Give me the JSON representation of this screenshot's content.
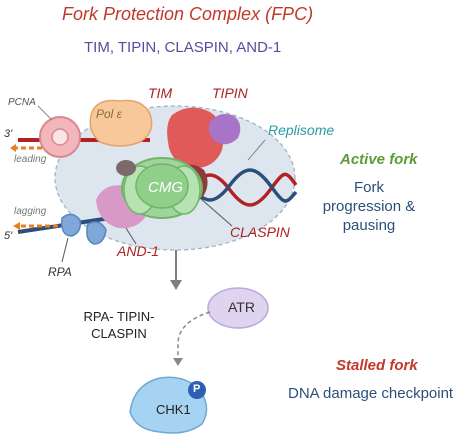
{
  "title": "Fork Protection Complex (FPC)",
  "proteins": "TIM, TIPIN, CLASPIN, AND-1",
  "labels": {
    "pcna": "PCNA",
    "pol_e": "Pol ε",
    "tim": "TIM",
    "tipin": "TIPIN",
    "replisome": "Replisome",
    "three_prime": "3'",
    "leading": "leading",
    "cmg": "CMG",
    "lagging": "lagging",
    "five_prime": "5'",
    "claspin": "CLASPIN",
    "and1": "AND-1",
    "rpa": "RPA",
    "active_fork": "Active fork",
    "fork_progression": "Fork progression & pausing",
    "rpa_complex": "RPA- TIPIN-CLASPIN",
    "atr": "ATR",
    "stalled_fork": "Stalled fork",
    "dna_damage": "DNA damage checkpoint",
    "chk1": "CHK1",
    "phospho": "P"
  },
  "colors": {
    "title_red": "#c0392b",
    "protein_purple": "#5b4a9e",
    "active_green": "#5c9a3a",
    "text_blue": "#2c4f7c",
    "replisome_teal": "#2a9aa8"
  }
}
